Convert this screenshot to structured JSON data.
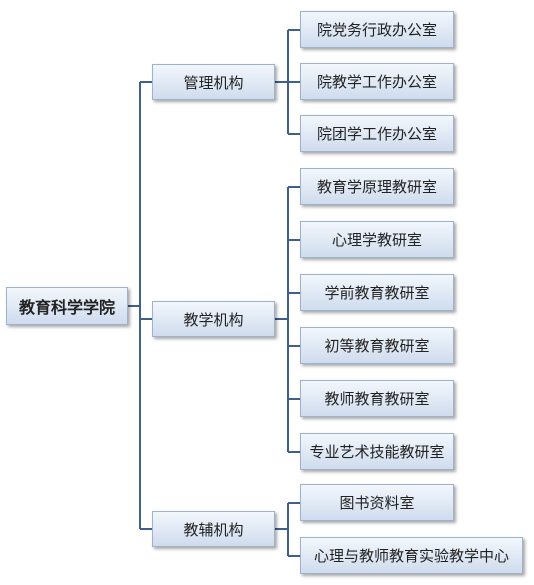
{
  "root": "教育科学学院",
  "groups": [
    {
      "label": "管理机构",
      "children": [
        "院党务行政办公室",
        "院教学工作办公室",
        "院团学工作办公室"
      ]
    },
    {
      "label": "教学机构",
      "children": [
        "教育学原理教研室",
        "心理学教研室",
        "学前教育教研室",
        "初等教育教研室",
        "教师教育教研室",
        "专业艺术技能教研室"
      ]
    },
    {
      "label": "教辅机构",
      "children": [
        "图书资料室",
        "心理与教师教育实验教学中心"
      ]
    }
  ],
  "colors": {
    "connector": "#3f5f8c",
    "node_border": "#9fb2cc",
    "node_fill": "#dfe8f4"
  }
}
